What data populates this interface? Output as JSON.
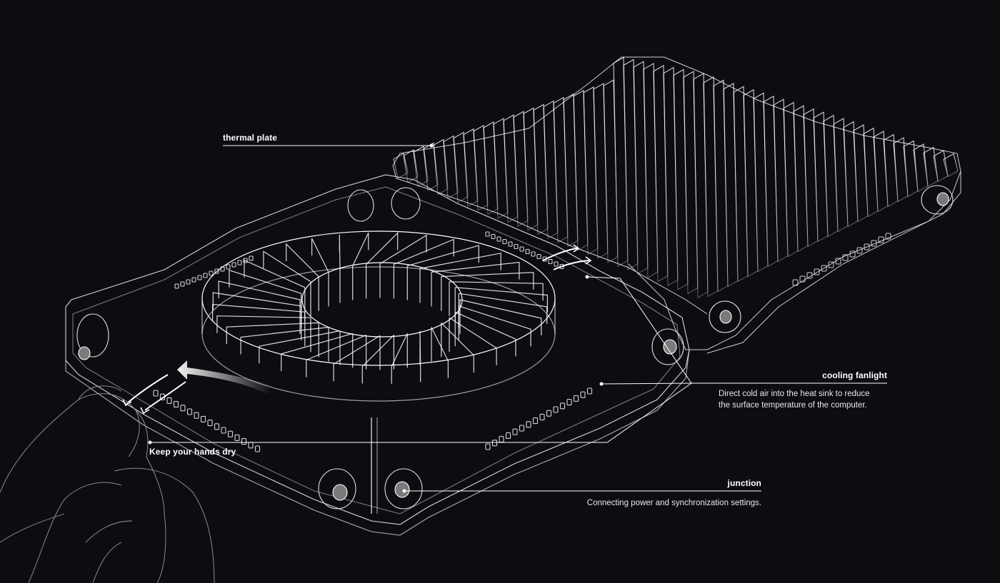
{
  "callouts": {
    "thermal_plate": {
      "title": "thermal plate"
    },
    "cooling_fanlight": {
      "title": "cooling fanlight",
      "description_line1": "Direct cold air into the heat sink to reduce",
      "description_line2": "the surface temperature of the computer."
    },
    "hands": {
      "title": "Keep your hands dry"
    },
    "junction": {
      "title": "junction",
      "description": "Connecting power and synchronization settings."
    }
  },
  "colors": {
    "background": "#0b0d10",
    "line": "#ffffff",
    "wire": "#d9d9d9"
  }
}
